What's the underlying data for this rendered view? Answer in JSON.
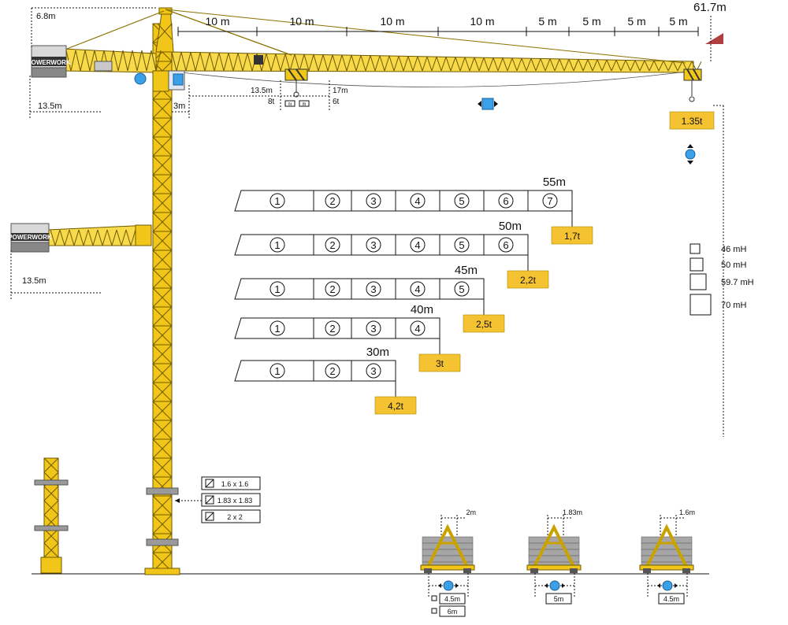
{
  "colors": {
    "crane_yellow": "#f2c519",
    "load_badge": "#f5c232",
    "motion_blue": "#3aa0e8",
    "ballast_grey": "#9a9a9a",
    "tip_red": "#b04040"
  },
  "top": {
    "counterjib_height": "6.8m",
    "jib_segments": [
      "10 m",
      "10 m",
      "10 m",
      "10 m",
      "5 m",
      "5 m",
      "5 m",
      "5 m"
    ],
    "max_radius": "61.7m",
    "counterjib_length": "13.5m",
    "cabin_offset": "3m",
    "hook1_radius": "13.5m",
    "hook1_load": "8t",
    "hook2_radius": "17m",
    "hook2_load": "6t",
    "mini_badges": [
      "6t",
      "8t"
    ],
    "tip_load": "1.35t"
  },
  "brand": "POWERWORK",
  "lower_counterjib_length": "13.5m",
  "jib_configs": [
    {
      "length": "55m",
      "sections": [
        "1",
        "2",
        "3",
        "4",
        "5",
        "6",
        "7"
      ],
      "tip_load": "1,7t"
    },
    {
      "length": "50m",
      "sections": [
        "1",
        "2",
        "3",
        "4",
        "5",
        "6"
      ],
      "tip_load": "2,2t"
    },
    {
      "length": "45m",
      "sections": [
        "1",
        "2",
        "3",
        "4",
        "5"
      ],
      "tip_load": "2,5t"
    },
    {
      "length": "40m",
      "sections": [
        "1",
        "2",
        "3",
        "4"
      ],
      "tip_load": "3t"
    },
    {
      "length": "30m",
      "sections": [
        "1",
        "2",
        "3"
      ],
      "tip_load": "4,2t"
    }
  ],
  "heights": [
    "46 mH",
    "50 mH",
    "59.7 mH",
    "70 mH"
  ],
  "mast_sections": [
    "1.6 x 1.6",
    "1.83 x 1.83",
    "2 x 2"
  ],
  "bases": [
    {
      "mast": "2m",
      "spans": [
        "4.5m",
        "6m"
      ]
    },
    {
      "mast": "1.83m",
      "spans": [
        "5m"
      ]
    },
    {
      "mast": "1.6m",
      "spans": [
        "4.5m"
      ]
    }
  ]
}
